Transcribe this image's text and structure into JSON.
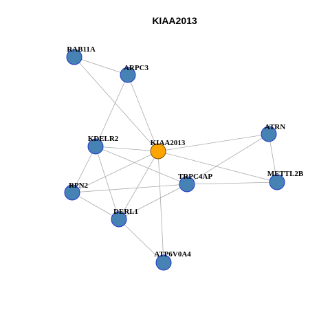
{
  "title": "KIAA2013",
  "colors": {
    "node_fill": "#4682b4",
    "hub_fill": "#ffa500",
    "edge": "#a9a9a9",
    "node_border": "#1f35c8"
  },
  "nodes": [
    {
      "id": "KIAA2013",
      "label": "KIAA2013",
      "hub": true
    },
    {
      "id": "RAB11A",
      "label": "RAB11A",
      "hub": false
    },
    {
      "id": "ARPC3",
      "label": "ARPC3",
      "hub": false
    },
    {
      "id": "KDELR2",
      "label": "KDELR2",
      "hub": false
    },
    {
      "id": "RPN2",
      "label": "RPN2",
      "hub": false
    },
    {
      "id": "DERL1",
      "label": "DERL1",
      "hub": false
    },
    {
      "id": "TRPC4AP",
      "label": "TRPC4AP",
      "hub": false
    },
    {
      "id": "ATRN",
      "label": "ATRN",
      "hub": false
    },
    {
      "id": "METTL2B",
      "label": "METTL2B",
      "hub": false
    },
    {
      "id": "ATP6V0A4",
      "label": "ATP6V0A4",
      "hub": false
    }
  ],
  "edges": [
    [
      "RAB11A",
      "ARPC3"
    ],
    [
      "RAB11A",
      "KIAA2013"
    ],
    [
      "ARPC3",
      "KIAA2013"
    ],
    [
      "ARPC3",
      "KDELR2"
    ],
    [
      "KDELR2",
      "KIAA2013"
    ],
    [
      "KDELR2",
      "RPN2"
    ],
    [
      "KDELR2",
      "DERL1"
    ],
    [
      "KDELR2",
      "TRPC4AP"
    ],
    [
      "KIAA2013",
      "RPN2"
    ],
    [
      "KIAA2013",
      "DERL1"
    ],
    [
      "KIAA2013",
      "ATRN"
    ],
    [
      "KIAA2013",
      "METTL2B"
    ],
    [
      "KIAA2013",
      "ATP6V0A4"
    ],
    [
      "RPN2",
      "DERL1"
    ],
    [
      "RPN2",
      "TRPC4AP"
    ],
    [
      "DERL1",
      "TRPC4AP"
    ],
    [
      "DERL1",
      "ATP6V0A4"
    ],
    [
      "TRPC4AP",
      "ATRN"
    ],
    [
      "TRPC4AP",
      "METTL2B"
    ],
    [
      "ATRN",
      "METTL2B"
    ]
  ]
}
